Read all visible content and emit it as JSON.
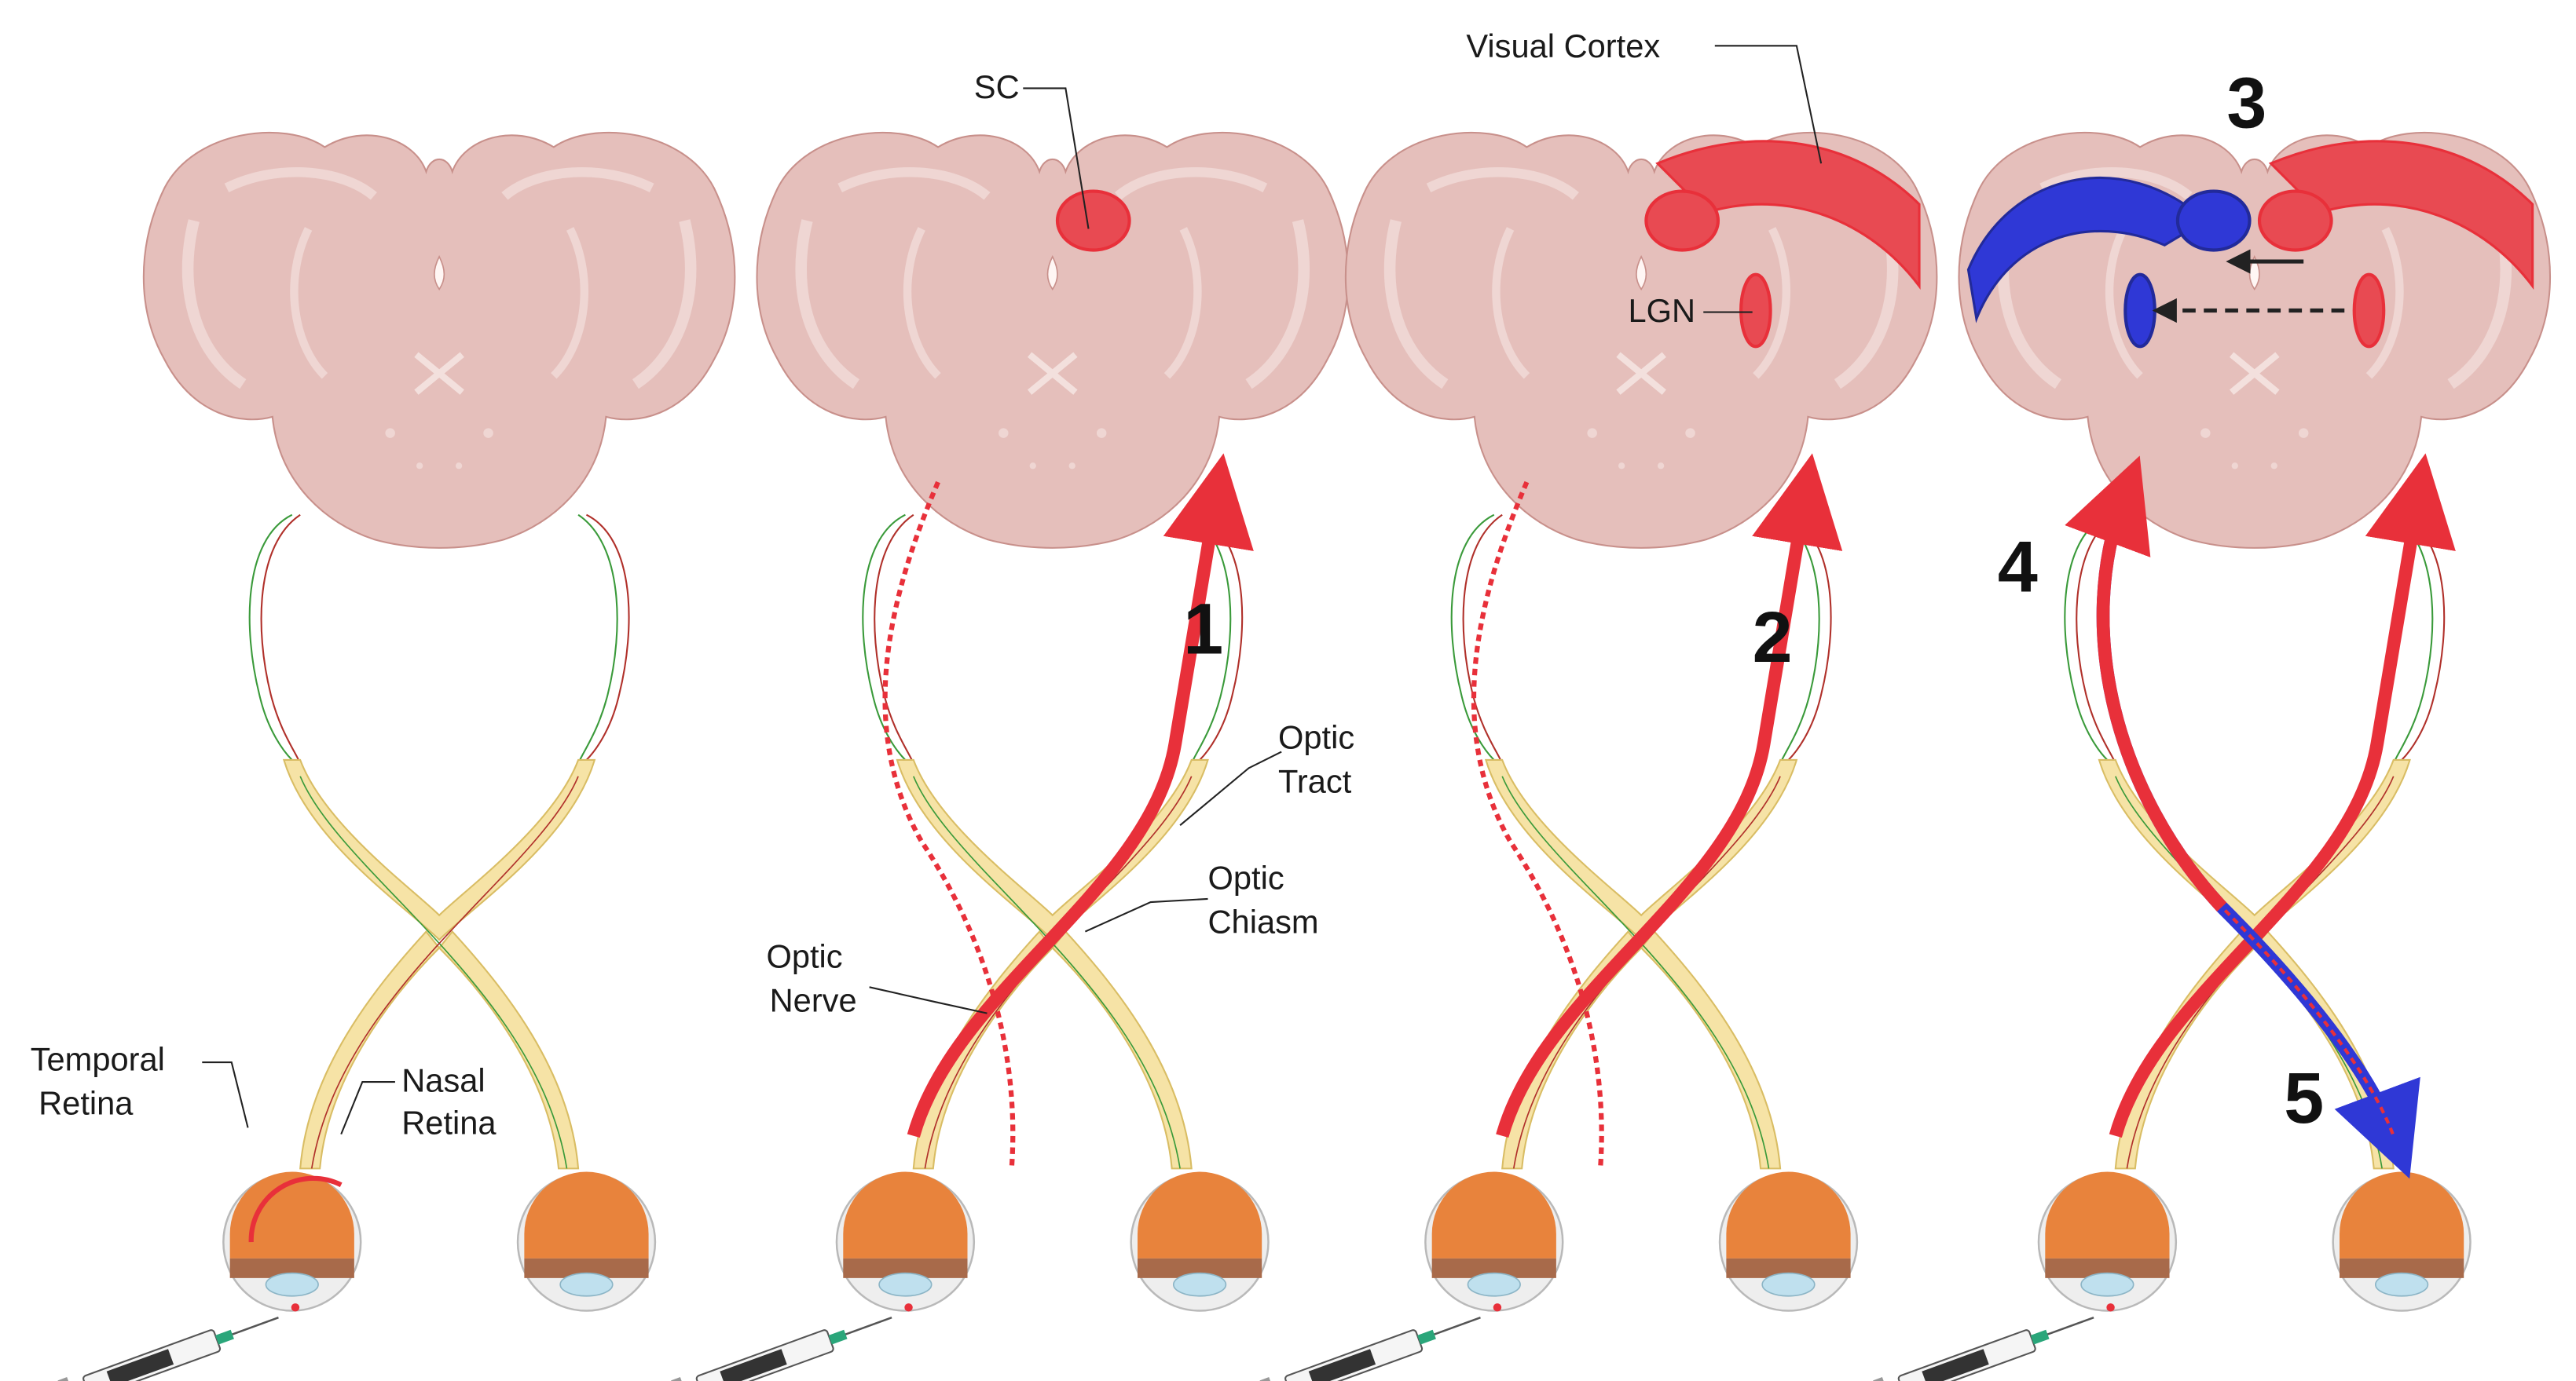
{
  "labels": {
    "temporal_retina": [
      "Temporal",
      "Retina"
    ],
    "nasal_retina": [
      "Nasal",
      "Retina"
    ],
    "sc": "SC",
    "optic_nerve": [
      "Optic",
      "Nerve"
    ],
    "optic_chiasm": [
      "Optic",
      "Chiasm"
    ],
    "optic_tract": [
      "Optic",
      "Tract"
    ],
    "visual_cortex": "Visual Cortex",
    "lgn": "LGN"
  },
  "steps": [
    "1",
    "2",
    "3",
    "4",
    "5"
  ],
  "colors": {
    "brain": "#e5bfbb",
    "brain_outline": "#c8908b",
    "brain_inner": "#efd6d3",
    "nerve_fill": "#f6e3a6",
    "nerve_outline": "#d9bd64",
    "eye_orange": "#e8833c",
    "eye_outline": "#b9b9b9",
    "lens": "#bfe0ee",
    "label_red": "#e8303a",
    "label_red_region": "#e84a52",
    "label_blue": "#2f38d6",
    "green_fiber": "#3a9a3a",
    "dark_red_fiber": "#b0302a"
  }
}
